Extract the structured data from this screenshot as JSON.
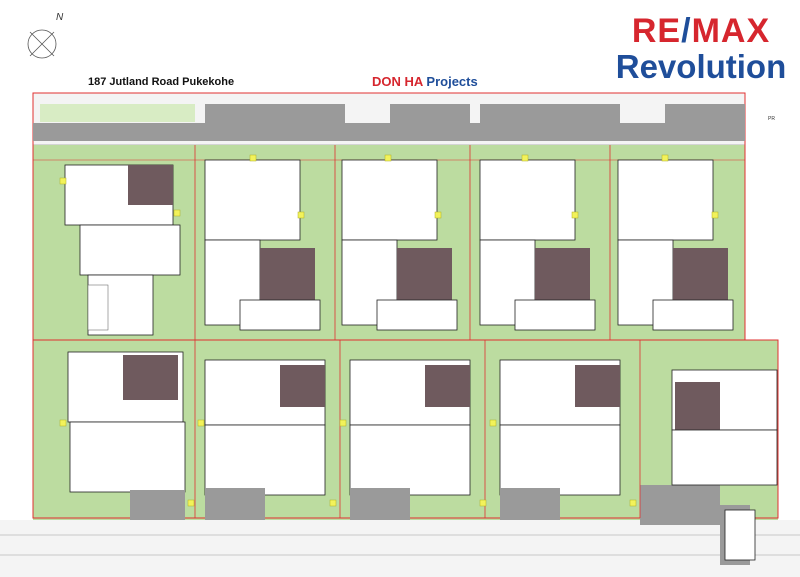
{
  "header": {
    "address": "187 Jutland Road Pukekohe",
    "brand_name": "DON HA",
    "brand_suffix": "Projects",
    "north_label": "N",
    "side_label": "PR"
  },
  "logo": {
    "line1_a": "RE",
    "line1_slash": "/",
    "line1_b": "MAX",
    "line2": "Revolution"
  },
  "colors": {
    "lawn": "#bcdca0",
    "driveway": "#9a9a9a",
    "footpath": "#d6d6d6",
    "roof": "#6f5a5e",
    "boundary": "#e03030",
    "marker": "#f2f25a",
    "brand_red": "#d6262e",
    "brand_blue": "#1f4e9a"
  }
}
